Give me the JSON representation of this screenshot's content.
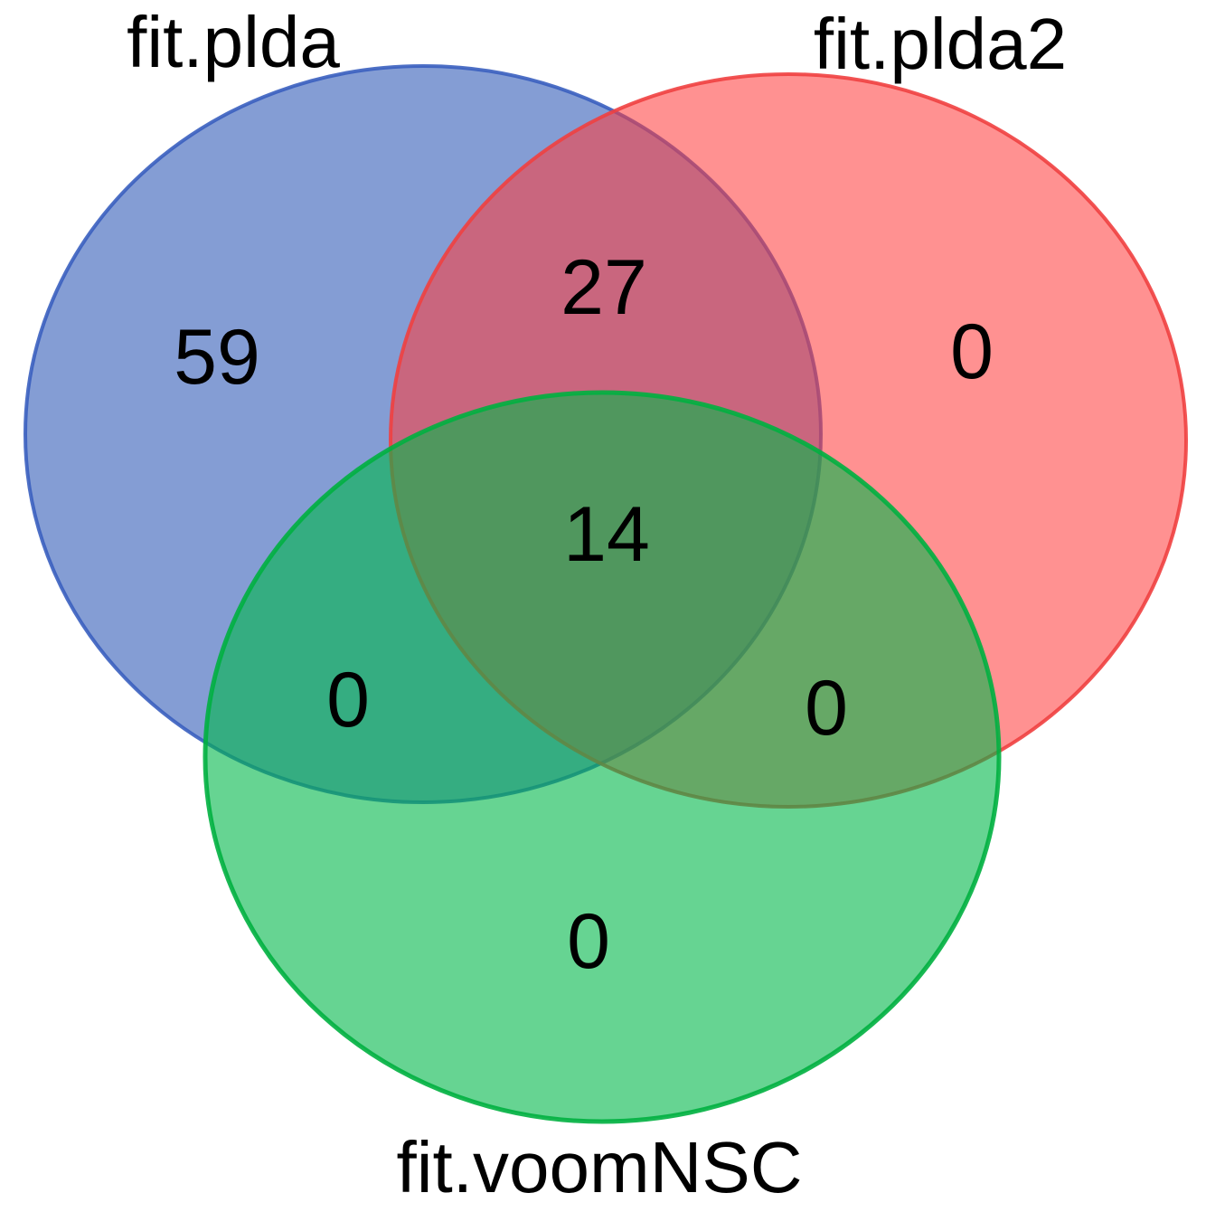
{
  "sets": [
    {
      "id": "A",
      "label": "fit.plda",
      "fill": "#4a6fc0",
      "stroke": "#3a5fbf"
    },
    {
      "id": "B",
      "label": "fit.plda2",
      "fill": "#ff3a3a",
      "stroke": "#f04040"
    },
    {
      "id": "C",
      "label": "fit.voomNSC",
      "fill": "#00b84a",
      "stroke": "#00b040"
    }
  ],
  "regions": {
    "A_only": "59",
    "B_only": "0",
    "C_only": "0",
    "AB_only": "27",
    "AC_only": "0",
    "BC_only": "0",
    "ABC": "14"
  }
}
